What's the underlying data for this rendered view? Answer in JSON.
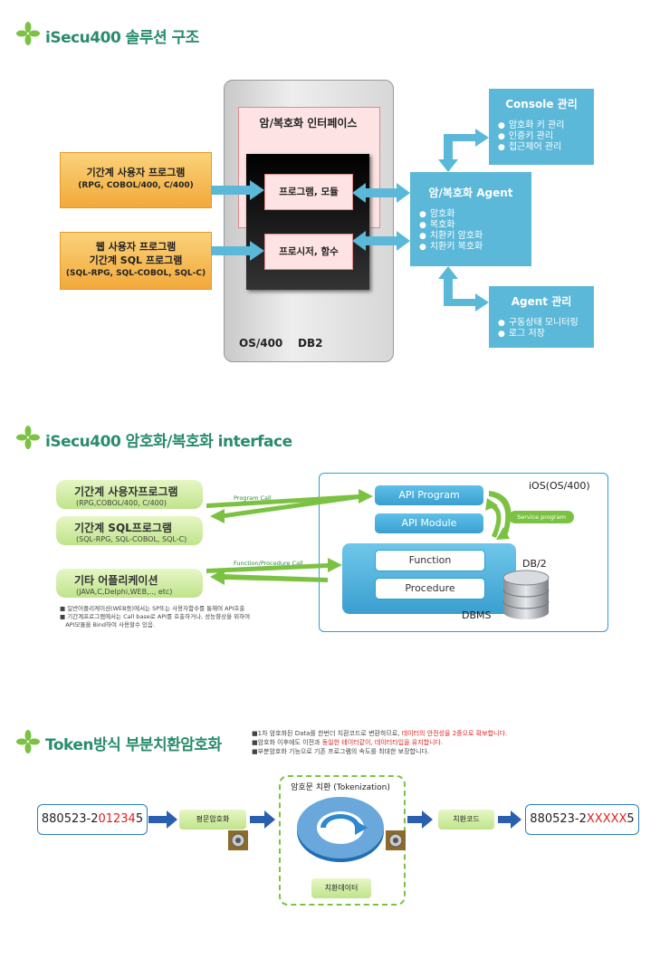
{
  "section1": {
    "title": "iSecu400 솔루션 구조",
    "interface_title": "암/복호화 인터페이스",
    "program_module": "프로그램, 모듈",
    "procedure_func": "프로시저, 함수",
    "os_label": "OS/400    DB2",
    "left_box1": {
      "line1": "기간계 사용자 프로그램",
      "line2": "(RPG, COBOL/400, C/400)"
    },
    "left_box2": {
      "line1": "웹 사용자 프로그램",
      "line2": "기간계 SQL 프로그램",
      "line3": "(SQL-RPG, SQL-COBOL, SQL-C)"
    },
    "agent": {
      "title": "암/복호화 Agent",
      "items": [
        "암호화",
        "복호화",
        "치환키 암호화",
        "치환키 복호화"
      ]
    },
    "console": {
      "title": "Console 관리",
      "items": [
        "암호화 키 관리",
        "인증키 관리",
        "접근제어 관리"
      ]
    },
    "agent_mgmt": {
      "title": "Agent 관리",
      "items": [
        "구동상태 모니터링",
        "로그 저장"
      ]
    }
  },
  "section2": {
    "title": "iSecu400 암호화/복호화 interface",
    "ios_label": "iOS(OS/400)",
    "db2_label": "DB/2",
    "dbms_label": "DBMS",
    "api_program": "API Program",
    "api_module": "API Module",
    "function": "Function",
    "procedure": "Procedure",
    "service_program": "Service program",
    "program_call": "Program Call",
    "func_proc_call": "Function/Procedure Call",
    "box1": {
      "title": "기간계 사용자프로그램",
      "sub": "(RPG,COBOL/400, C/400)"
    },
    "box2": {
      "title": "기간계 SQL프로그램",
      "sub": "(SQL-RPG, SQL-COBOL, SQL-C)"
    },
    "box3": {
      "title": "기타 어플리케이션",
      "sub": "(JAVA,C,Delphi,WEB,.., etc)"
    },
    "notes": [
      "■ 일반어플리케이션(WEB등)에서는 SP또는 사용자함수를 통해여 API호출",
      "■ 기간계프로그램에서는 Call base로 API를 호출하거나, 성능향상을 위하여",
      "   API모듈을 Bind하여 사용할수 있음."
    ]
  },
  "section3": {
    "title": "Token방식 부분치환암호화",
    "notes": [
      {
        "pre": "■1차 암호화된 Data를 한번더 치환코드로 변환하므로, ",
        "red": "데이터의 안전성을 2중으로 확보합니다."
      },
      {
        "pre": "■암호화 이후에도 이전과 ",
        "red": "동일한 테이터같이, 데이터타입을 유지합니다."
      },
      {
        "pre": "■부분암호화 기능으로 기존 프로그램의 속도를 최대한 보장합니다.",
        "red": ""
      }
    ],
    "input_code": {
      "prefix": "880523-2",
      "red": "01234",
      "suffix": "5"
    },
    "output_code": {
      "prefix": "880523-2",
      "red": "XXXXX",
      "suffix": "5"
    },
    "plain_enc": "평문암호화",
    "tokenization": "암호문 치환 (Tokenization)",
    "sub_code": "치환코드",
    "sub_data": "치환데이터"
  },
  "colors": {
    "title_green": "#2a8c6c",
    "accent_blue": "#5bb8d8",
    "red": "#e02020"
  }
}
